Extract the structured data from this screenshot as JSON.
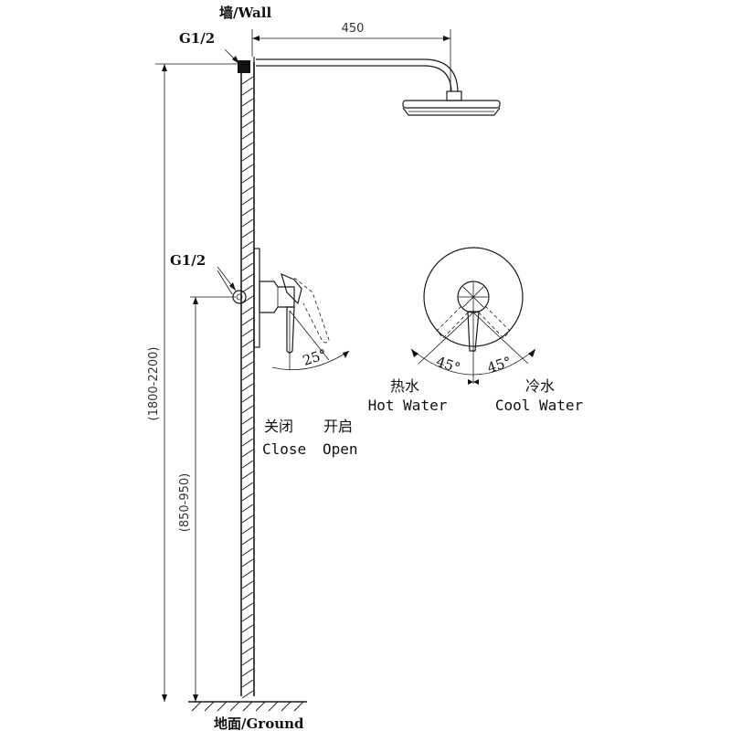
{
  "labels": {
    "wall": "墙/Wall",
    "ground": "地面/Ground",
    "thread_top": "G1/2",
    "thread_valve": "G1/2",
    "arm_length": "450",
    "total_height": "(1800-2200)",
    "valve_height": "(850-950)",
    "handle_angle": "25°",
    "close_zh": "关闭",
    "open_zh": "开启",
    "close_en": "Close",
    "open_en": "Open",
    "hot_angle": "45°",
    "cool_angle": "45°",
    "hot_zh": "热水",
    "hot_en": "Hot Water",
    "cool_zh": "冷水",
    "cool_en": "Cool Water"
  }
}
